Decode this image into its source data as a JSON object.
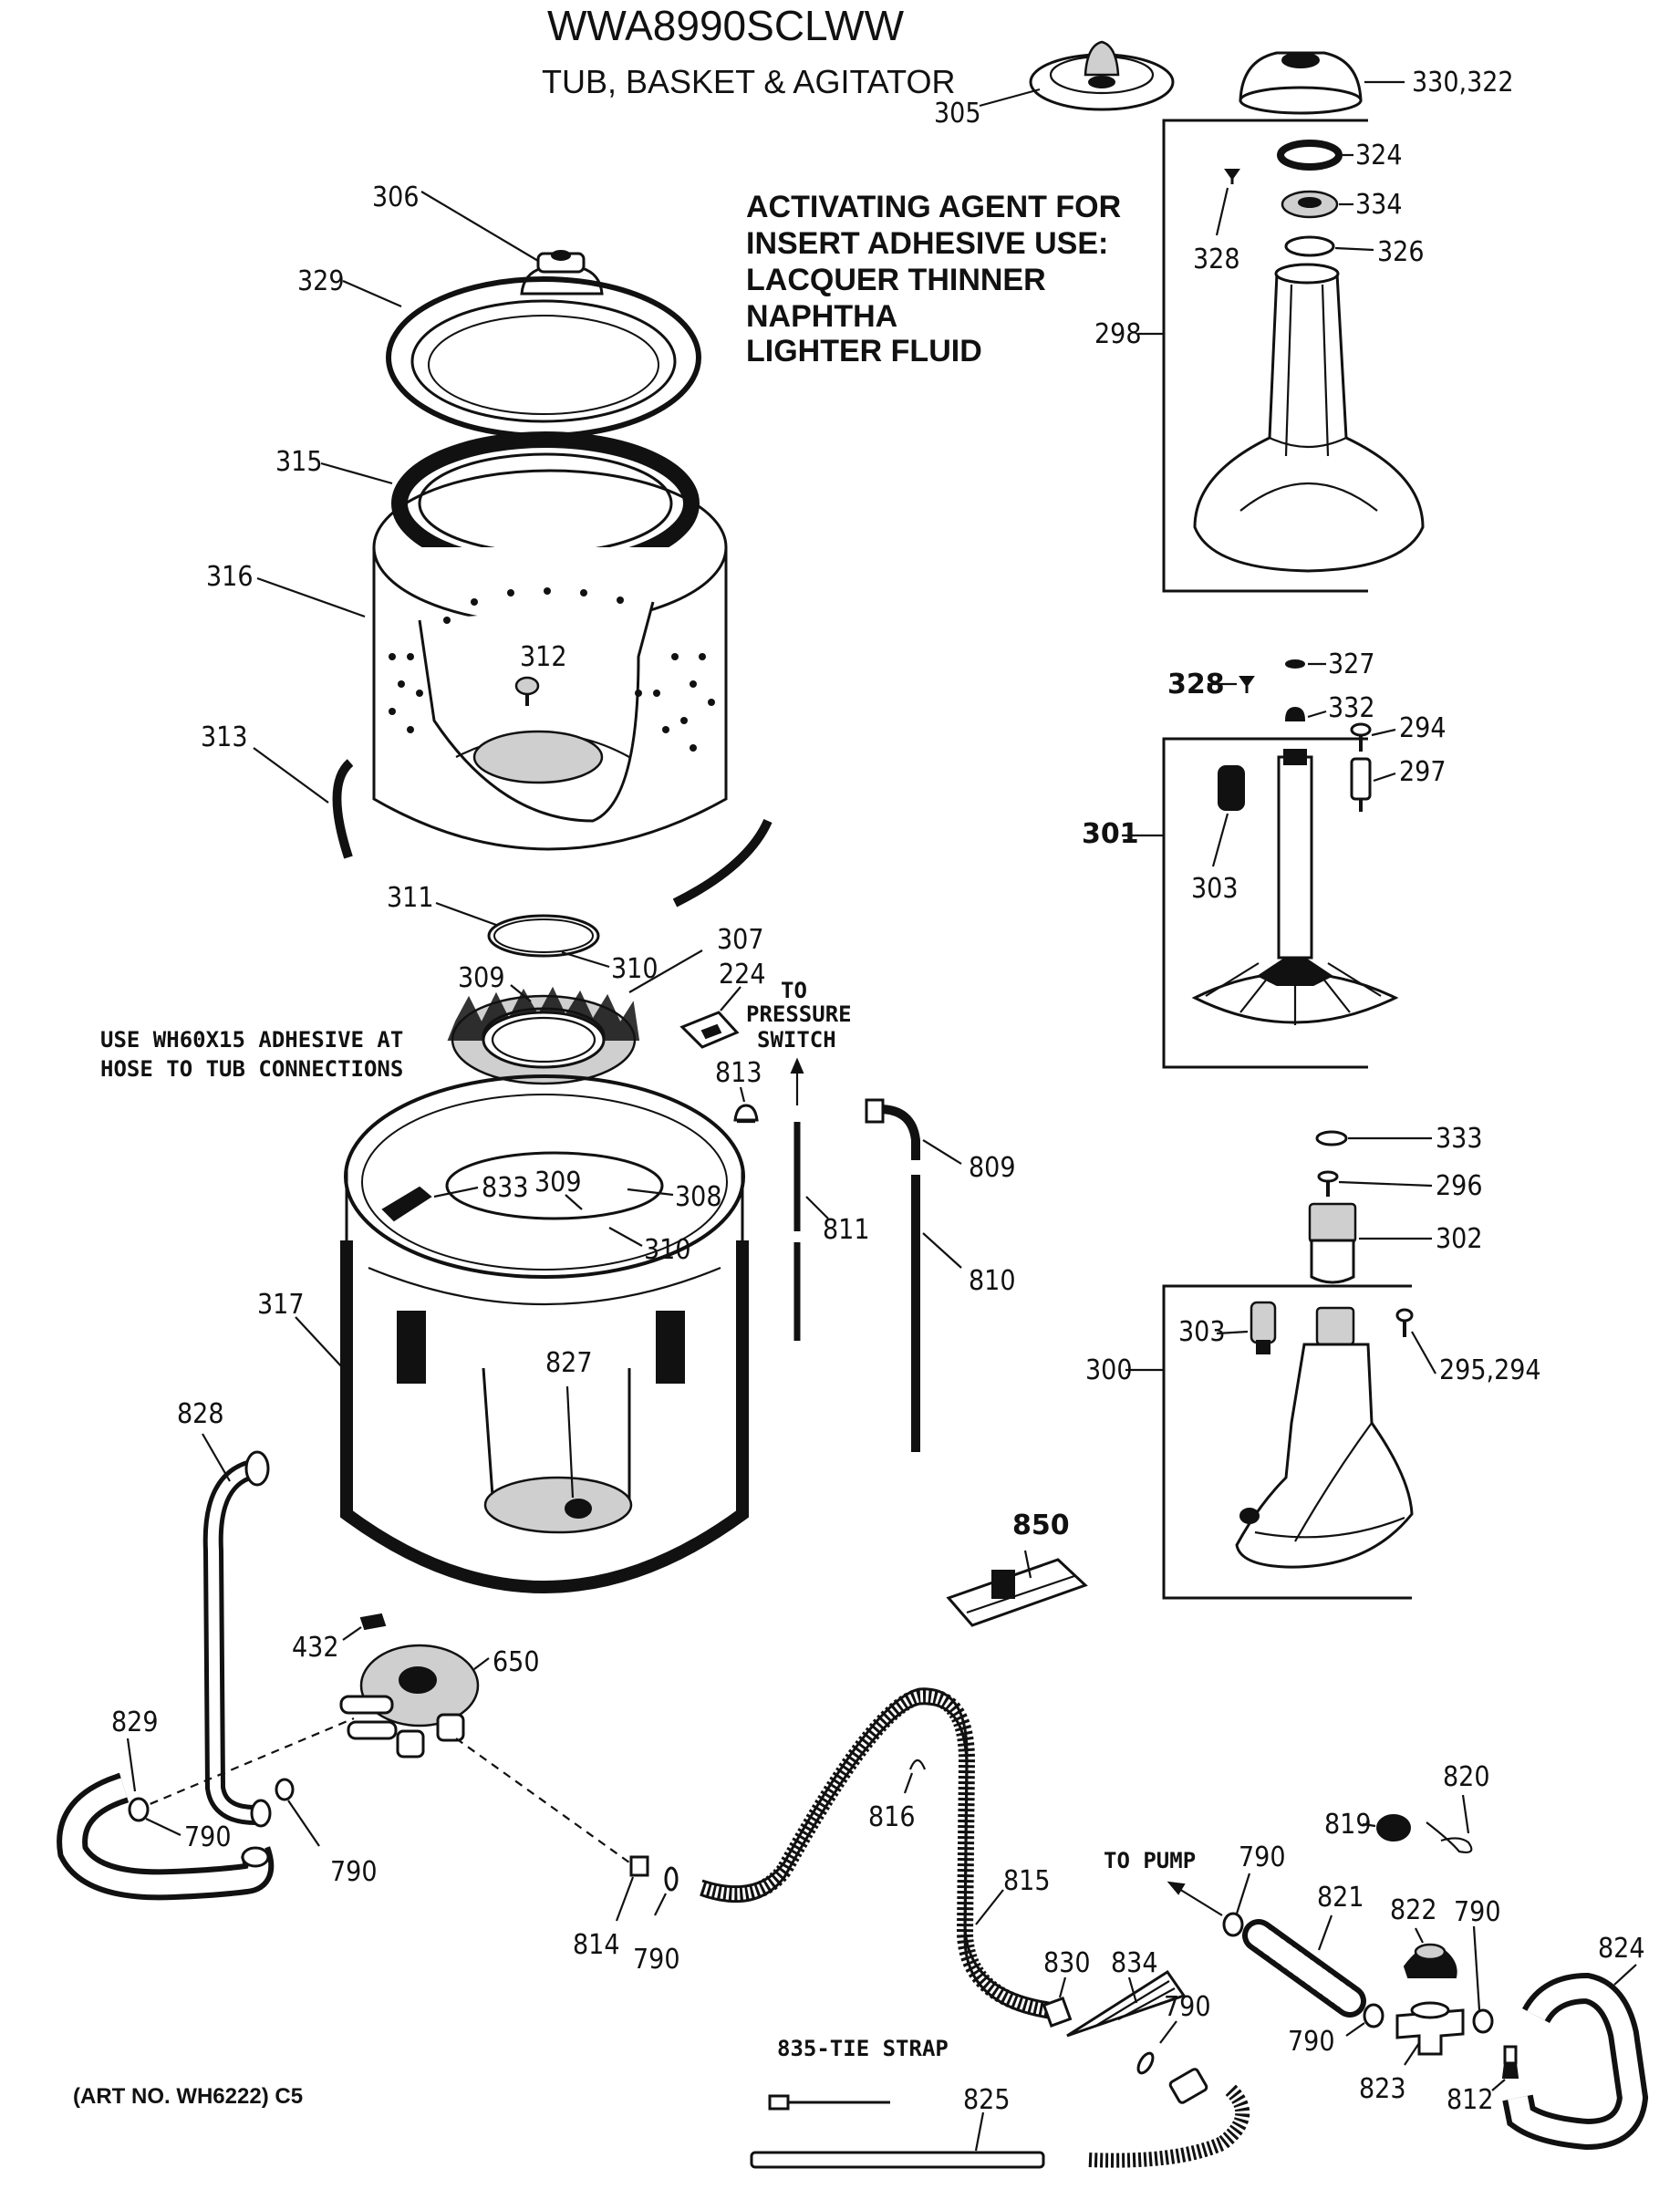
{
  "header": {
    "model": "WWA8990SCLWW",
    "section": "TUB, BASKET & AGITATOR"
  },
  "notes": {
    "activating_agent": [
      "ACTIVATING AGENT FOR",
      "INSERT ADHESIVE USE:",
      "LACQUER THINNER",
      "NAPHTHA",
      "LIGHTER FLUID"
    ],
    "adhesive": [
      "USE WH60X15 ADHESIVE AT",
      "HOSE TO TUB CONNECTIONS"
    ],
    "pressure_switch": [
      "TO",
      "PRESSURE",
      "SWITCH"
    ],
    "to_pump": "TO PUMP",
    "tie_strap": "835-TIE STRAP",
    "art_no": "(ART NO. WH6222) C5"
  },
  "parts": {
    "p305": "305",
    "p330_322": "330,322",
    "p324": "324",
    "p334": "334",
    "p326": "326",
    "p328a": "328",
    "p298": "298",
    "p306": "306",
    "p329": "329",
    "p315": "315",
    "p316": "316",
    "p312": "312",
    "p313": "313",
    "p328b": "328",
    "p327": "327",
    "p332": "332",
    "p294a": "294",
    "p297": "297",
    "p301": "301",
    "p303a": "303",
    "p311": "311",
    "p310a": "310",
    "p309a": "309",
    "p307": "307",
    "p224": "224",
    "p813": "813",
    "p809": "809",
    "p833": "833",
    "p309b": "309",
    "p308": "308",
    "p310b": "310",
    "p811": "811",
    "p810": "810",
    "p333": "333",
    "p296": "296",
    "p302": "302",
    "p303b": "303",
    "p300": "300",
    "p295_294": "295,294",
    "p317": "317",
    "p827": "827",
    "p828": "828",
    "p850": "850",
    "p432": "432",
    "p650": "650",
    "p829": "829",
    "p790a": "790",
    "p790b": "790",
    "p816": "816",
    "p820": "820",
    "p819": "819",
    "p815": "815",
    "p790c": "790",
    "p821": "821",
    "p822": "822",
    "p790d": "790",
    "p824": "824",
    "p814": "814",
    "p790e": "790",
    "p830": "830",
    "p834": "834",
    "p790f": "790",
    "p790g": "790",
    "p823": "823",
    "p812": "812",
    "p825": "825"
  }
}
